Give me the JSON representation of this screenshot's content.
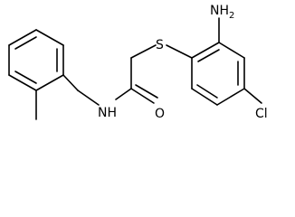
{
  "molecule": {
    "atoms": {
      "amine": "NH2",
      "sulfur": "S",
      "amide_nitrogen": "NH",
      "carbonyl_oxygen": "O",
      "chlorine": "Cl"
    }
  },
  "colors": {
    "bond": "#000000",
    "text": "#000000",
    "background": "#ffffff"
  }
}
